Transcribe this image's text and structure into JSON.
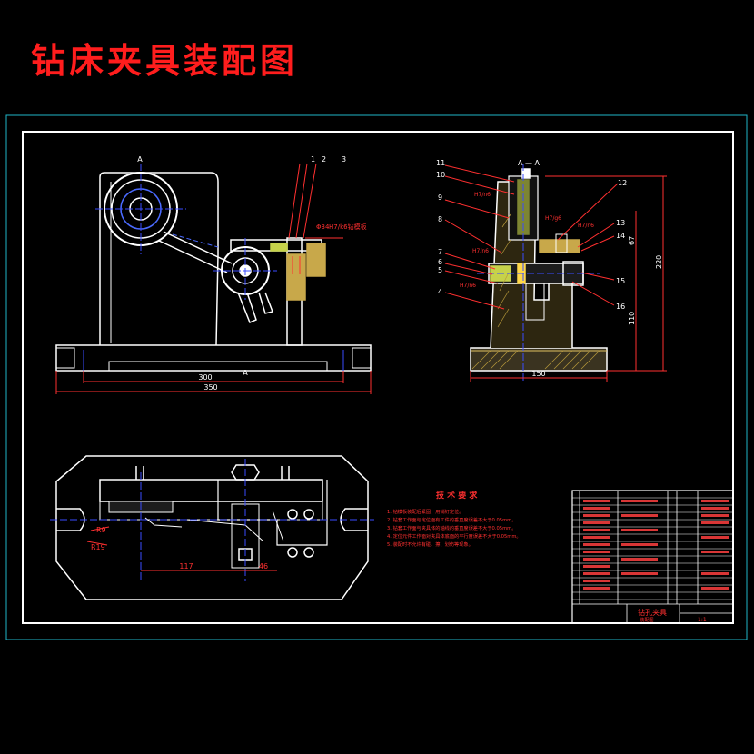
{
  "title": "钻床夹具装配图",
  "colors": {
    "background": "#000000",
    "title": "#ff1d1d",
    "outer_frame": "#1fb6c8",
    "inner_frame": "#ffffff",
    "outline": "#ffffff",
    "dimension": "#ff3030",
    "centerline": "#3a4cff",
    "hatch": "#e0c060",
    "section": "#d8d83a"
  },
  "front_view": {
    "section_marker": "A",
    "balloons": [
      "1",
      "2",
      "3"
    ],
    "note_dim": "Φ34",
    "note_text": "H7/k6钻模板",
    "dim_300": "300",
    "dim_350": "350"
  },
  "side_view": {
    "section_label": "A — A",
    "balloons_left": [
      "11",
      "10",
      "9",
      "8",
      "7",
      "6",
      "5",
      "4"
    ],
    "balloons_right": [
      "12",
      "13",
      "14",
      "15",
      "16"
    ],
    "fits": [
      "H7/n6",
      "H7/g6",
      "H7/n6",
      "H7/n6",
      "H7/n6"
    ],
    "dim_150": "150",
    "dim_67": "67",
    "dim_110": "110",
    "dim_220": "220"
  },
  "top_view": {
    "dim_r9": "R9",
    "dim_r19": "R19",
    "dim_117": "117",
    "dim_46": "46"
  },
  "tech_req": {
    "heading": "技 术 要 求",
    "items": [
      "1. 钻模板装配后紧固，用销钉定位。",
      "2. 钻套工作面与定位面有工件的垂直度误差不大于0.05mm。",
      "3. 钻套工作面与夹具体的轴线的垂直度误差不大于0.05mm。",
      "4. 定位元件工作面对夹具体底面的平行度误差不大于0.05mm。",
      "5. 装配时不允许有碰、擦、划伤等现象。"
    ]
  },
  "title_block": {
    "name": "钻孔夹具",
    "sub": "装配图",
    "scale": "1:1"
  }
}
